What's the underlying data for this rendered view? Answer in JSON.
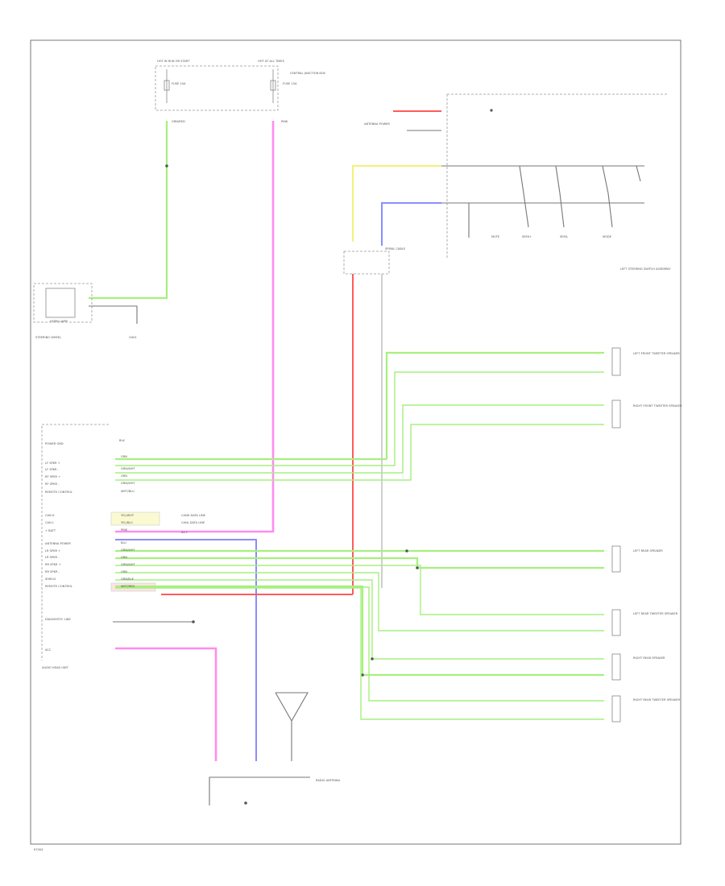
{
  "diagram": {
    "footer_code": "K7004",
    "fuse_left": {
      "label": "HOT IN RUN OR START",
      "fuse": "FUSE 10A",
      "wire": "GRN/RED"
    },
    "fuse_right": {
      "label": "HOT AT ALL TIMES",
      "fuse": "FUSE 15A",
      "wire": "PINK"
    },
    "fuse_box_label": "CENTRAL JUNCTION BOX",
    "horn_label": "HORN LAMP",
    "horn_component": "STEERING WHEEL",
    "ground_label": "G401",
    "switch_panel_label": "LEFT STEERING SWITCH ASSEMBLY",
    "switch_labels": [
      "MUTE",
      "SEEK+",
      "SEEK-",
      "MODE"
    ],
    "steering_connector_label": "SPIRAL CABLE",
    "radio_label": "AUDIO HEAD UNIT",
    "antenna_label": "RADIO ANTENNA",
    "pins_top": [
      "POWER GND",
      "LF SPKR +",
      "LF SPKR -",
      "RF SPKR +",
      "RF SPKR -",
      "REMOTE CONTROL"
    ],
    "pins_mid": [
      "CAN H",
      "CAN L",
      "+ BATT",
      "ANTENNA POWER",
      "LR SPKR +",
      "LR SPKR -",
      "RR SPKR +",
      "RR SPKR -",
      "SHIELD",
      "REMOTE CONTROL"
    ],
    "pins_bottom": [
      "DIAGNOSTIC LINE",
      "ACC"
    ],
    "wires": [
      "BLK",
      "GRN",
      "GRN/WHT",
      "GRN",
      "GRN/WHT",
      "WHT/BLU",
      "YEL/WHT",
      "YEL/BLU",
      "PINK",
      "BLU",
      "GRN/WHT",
      "GRN",
      "GRN/WHT",
      "GRN",
      "GRN/BLK",
      "WHT/RED"
    ],
    "speakers": [
      "LEFT FRONT TWEETER SPEAKER",
      "RIGHT FRONT TWEETER SPEAKER",
      "LEFT REAR SPEAKER",
      "LEFT REAR TWEETER SPEAKER",
      "RIGHT REAR SPEAKER",
      "RIGHT REAR TWEETER SPEAKER"
    ],
    "connector_labels": [
      "CANH DATA LINE",
      "CANL DATA LINE"
    ],
    "antenna_power_label": "ANTENNA POWER",
    "ill_label": "ILL+"
  }
}
